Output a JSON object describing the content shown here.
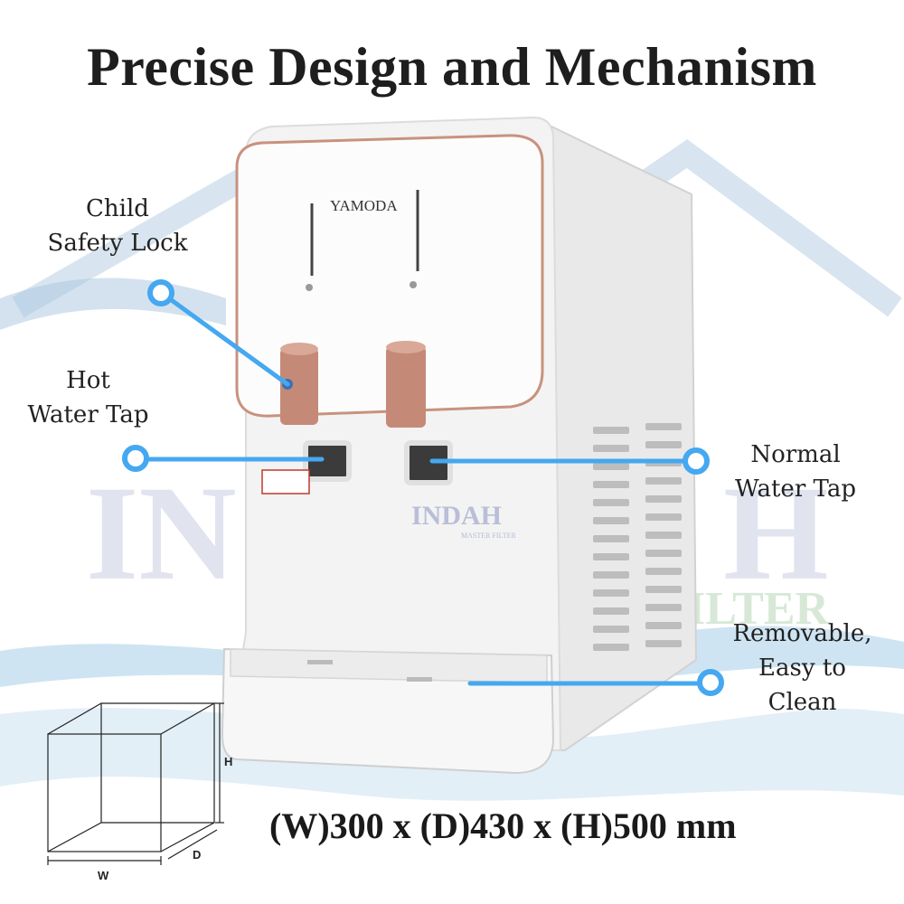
{
  "title": "Precise Design and Mechanism",
  "brand": "YAMODA",
  "watermark": {
    "name": "INDAH",
    "subtitle": "MASTER FILTER",
    "bg_letters_left": "IN",
    "bg_letters_right": "H",
    "bg_word": "ILTER"
  },
  "callouts": {
    "child_lock": [
      "Child",
      "Safety Lock"
    ],
    "hot_tap": [
      "Hot",
      "Water Tap"
    ],
    "normal_tap": [
      "Normal",
      "Water Tap"
    ],
    "tray": [
      "Removable,",
      "Easy to",
      "Clean"
    ]
  },
  "dimensions": {
    "text": "(W)300 x (D)430 x (H)500 mm",
    "w_label": "W",
    "d_label": "D",
    "h_label": "H"
  },
  "colors": {
    "callout": "#45a8f0",
    "accent": "#c8927f",
    "wave": "#a9cfe6"
  }
}
